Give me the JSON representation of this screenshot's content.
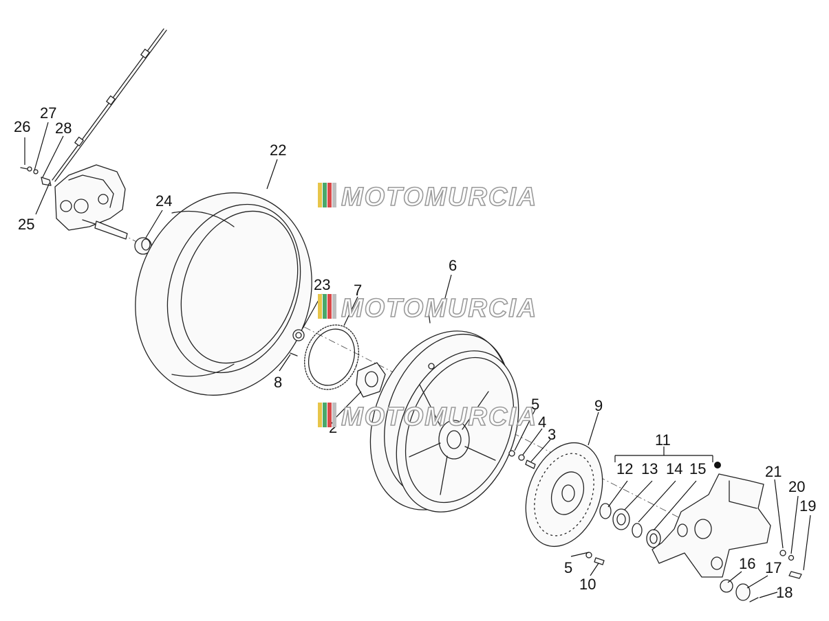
{
  "watermark": {
    "text": "MOTOMURCIA",
    "colors": [
      "#e8c54a",
      "#4aa86a",
      "#d94a4a",
      "#bdbdbd"
    ]
  },
  "callouts": [
    {
      "id": "c26",
      "text": "26"
    },
    {
      "id": "c27",
      "text": "27"
    },
    {
      "id": "c28",
      "text": "28"
    },
    {
      "id": "c25",
      "text": "25"
    },
    {
      "id": "c22",
      "text": "22"
    },
    {
      "id": "c24",
      "text": "24"
    },
    {
      "id": "c6",
      "text": "6"
    },
    {
      "id": "c23",
      "text": "23"
    },
    {
      "id": "c7",
      "text": "7"
    },
    {
      "id": "c8",
      "text": "8"
    },
    {
      "id": "c2",
      "text": "2"
    },
    {
      "id": "c5a",
      "text": "5"
    },
    {
      "id": "c4",
      "text": "4"
    },
    {
      "id": "c3",
      "text": "3"
    },
    {
      "id": "c9",
      "text": "9"
    },
    {
      "id": "c11",
      "text": "11"
    },
    {
      "id": "c12",
      "text": "12"
    },
    {
      "id": "c13",
      "text": "13"
    },
    {
      "id": "c14",
      "text": "14"
    },
    {
      "id": "c15",
      "text": "15"
    },
    {
      "id": "c21",
      "text": "21"
    },
    {
      "id": "c20",
      "text": "20"
    },
    {
      "id": "c19",
      "text": "19"
    },
    {
      "id": "c5b",
      "text": "5"
    },
    {
      "id": "c10",
      "text": "10"
    },
    {
      "id": "c16",
      "text": "16"
    },
    {
      "id": "c17",
      "text": "17"
    },
    {
      "id": "c18",
      "text": "18"
    }
  ]
}
